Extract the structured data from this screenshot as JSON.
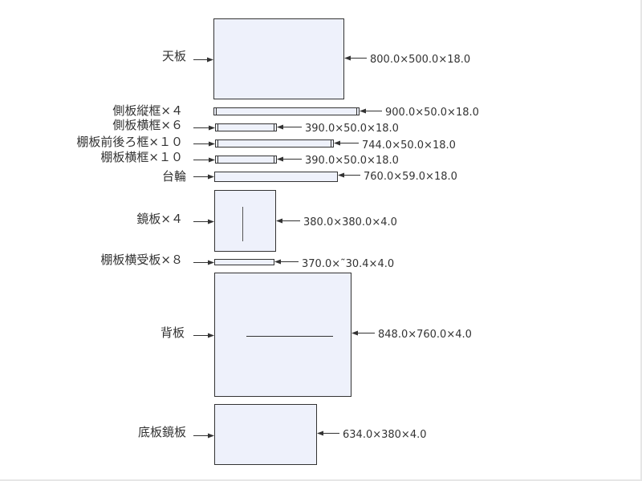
{
  "parts": [
    {
      "id": "top-panel",
      "label": "天板",
      "dims": "800.0×500.0×18.0"
    },
    {
      "id": "side-stile",
      "label": "側板縦框×４",
      "dims": "900.0×50.0×18.0"
    },
    {
      "id": "side-rail",
      "label": "側板横框×６",
      "dims": "390.0×50.0×18.0"
    },
    {
      "id": "shelf-frame-fb",
      "label": "棚板前後ろ框×１０",
      "dims": "744.0×50.0×18.0"
    },
    {
      "id": "shelf-frame-side",
      "label": "棚板横框×１０",
      "dims": "390.0×50.0×18.0"
    },
    {
      "id": "base-frame",
      "label": "台輪",
      "dims": "760.0×59.0×18.0"
    },
    {
      "id": "mirror-panel",
      "label": "鏡板×４",
      "dims": "380.0×380.0×4.0"
    },
    {
      "id": "shelf-support",
      "label": "棚板横受板×８",
      "dims": "370.0×˜30.4×4.0"
    },
    {
      "id": "back-panel",
      "label": "背板",
      "dims": "848.0×760.0×4.0"
    },
    {
      "id": "bottom-mirror",
      "label": "底板鏡板",
      "dims": "634.0×380×4.0"
    }
  ],
  "colors": {
    "panel_fill": "#eef1fb",
    "stroke": "#333333",
    "text": "#333333"
  }
}
